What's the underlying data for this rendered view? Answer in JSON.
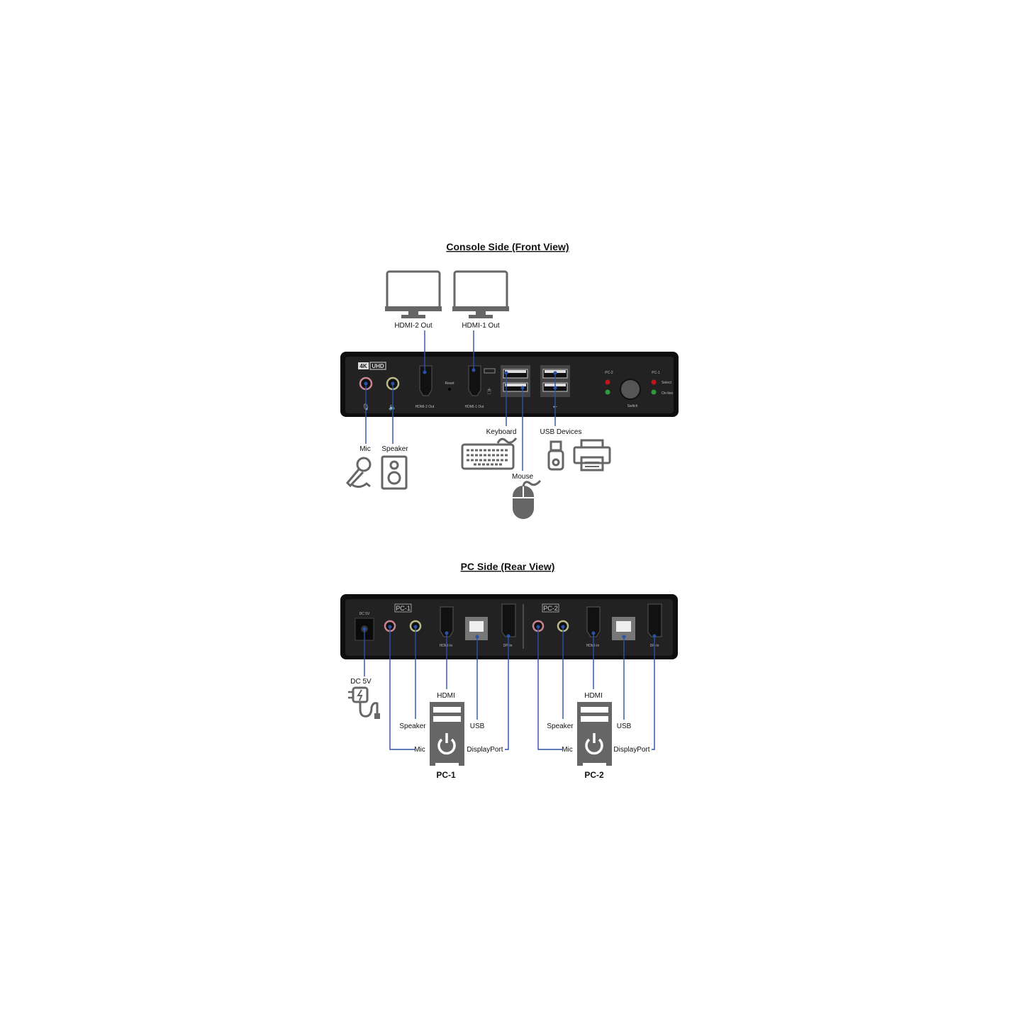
{
  "front": {
    "title": "Console Side (Front View)",
    "badge": [
      "4K",
      "UHD"
    ],
    "monitors": [
      "HDMI-2 Out",
      "HDMI-1 Out"
    ],
    "panel_labels": {
      "hdmi2": "HDMI-2 Out",
      "reset": "Reset",
      "hdmi1": "HDMI-1 Out",
      "pc2": "PC-2",
      "pc1": "PC-1",
      "select": "Select",
      "online": "On-line",
      "switch": "Switch"
    },
    "devices": {
      "mic": "Mic",
      "speaker": "Speaker",
      "keyboard": "Keyboard",
      "mouse": "Mouse",
      "usb": "USB Devices"
    },
    "led_colors": {
      "select": "#c0161b",
      "online": "#2f9a3a"
    },
    "wire_color": "#2a52a8"
  },
  "rear": {
    "title": "PC Side (Rear View)",
    "panel_labels": {
      "dc": "DC 5V",
      "pc1": "PC-1",
      "pc2": "PC-2",
      "hdmi_in": "HDMI-In",
      "dp_in": "DP-In"
    },
    "dc_label": "DC 5V",
    "pcs": [
      {
        "name": "PC-1",
        "hdmi": "HDMI",
        "speaker": "Speaker",
        "usb": "USB",
        "mic": "Mic",
        "displayport": "DisplayPort"
      },
      {
        "name": "PC-2",
        "hdmi": "HDMI",
        "speaker": "Speaker",
        "usb": "USB",
        "mic": "Mic",
        "displayport": "DisplayPort"
      }
    ]
  }
}
